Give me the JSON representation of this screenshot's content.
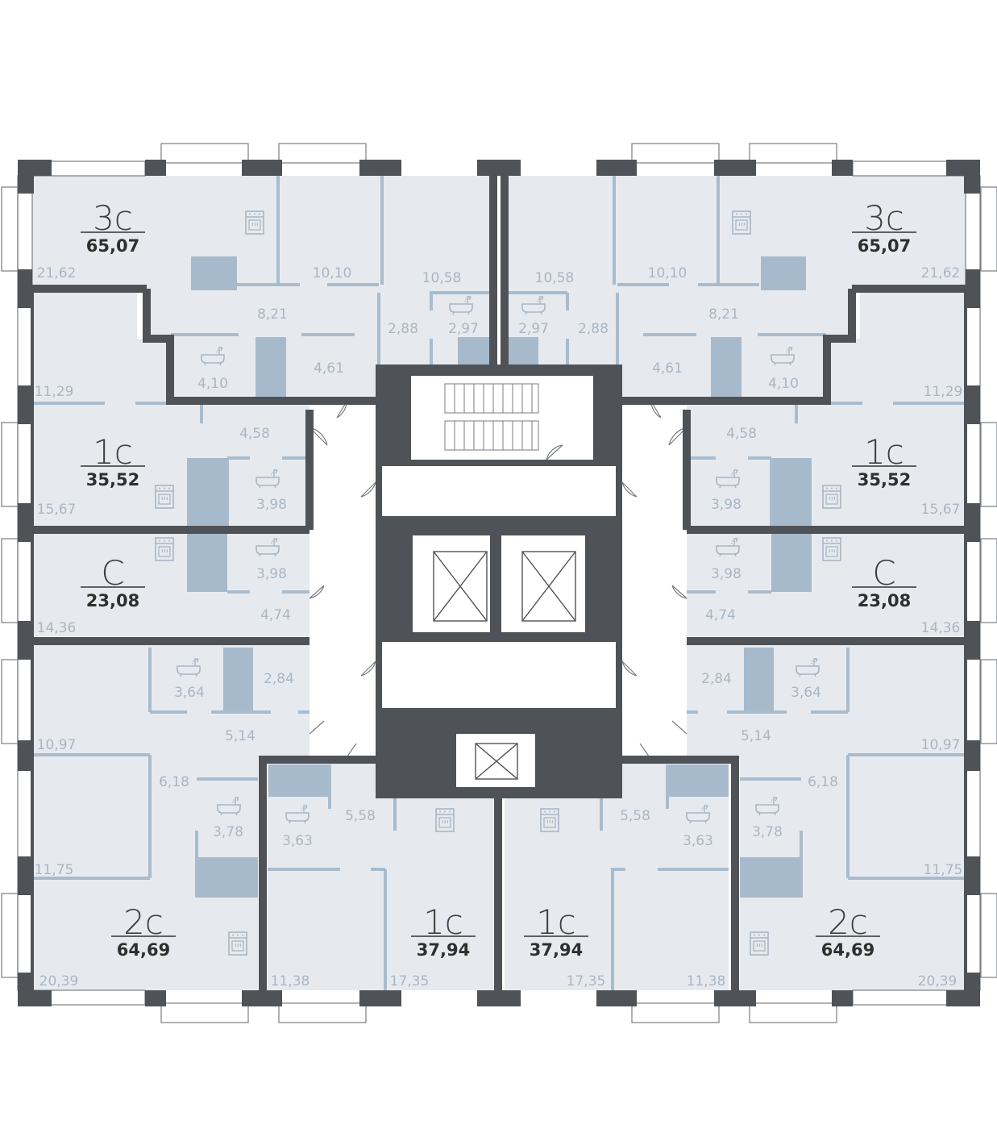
{
  "colors": {
    "floor": "#e6eaef",
    "wall": "#4f5256",
    "partition": "#a9bccd",
    "wet_zone": "#a7bacb",
    "area_text": "#a9b6c3",
    "label_text": "#333333"
  },
  "icons": [
    "stove-icon",
    "bathtub-icon",
    "elevator-icon",
    "stairs-icon",
    "door-swing-icon"
  ],
  "apartments": [
    {
      "id": "top-left-3c",
      "type": "3с",
      "total": "65,07"
    },
    {
      "id": "top-right-3c",
      "type": "3с",
      "total": "65,07"
    },
    {
      "id": "left-1c",
      "type": "1с",
      "total": "35,52"
    },
    {
      "id": "right-1c",
      "type": "1с",
      "total": "35,52"
    },
    {
      "id": "left-studio",
      "type": "С",
      "total": "23,08"
    },
    {
      "id": "right-studio",
      "type": "С",
      "total": "23,08"
    },
    {
      "id": "bottom-left-2c",
      "type": "2с",
      "total": "64,69"
    },
    {
      "id": "bottom-right-2c",
      "type": "2с",
      "total": "64,69"
    },
    {
      "id": "bottom-center-left-1c",
      "type": "1с",
      "total": "37,94"
    },
    {
      "id": "bottom-center-right-1c",
      "type": "1с",
      "total": "37,94"
    }
  ],
  "room_areas": [
    "21,62",
    "10,10",
    "10,58",
    "10,58",
    "10,10",
    "21,62",
    "8,21",
    "8,21",
    "2,88",
    "2,97",
    "2,97",
    "2,88",
    "4,10",
    "4,61",
    "4,61",
    "4,10",
    "11,29",
    "11,29",
    "4,58",
    "4,58",
    "3,98",
    "3,98",
    "15,67",
    "15,67",
    "3,98",
    "3,98",
    "4,74",
    "4,74",
    "14,36",
    "14,36",
    "3,64",
    "2,84",
    "2,84",
    "3,64",
    "5,14",
    "5,14",
    "10,97",
    "10,97",
    "6,18",
    "6,18",
    "3,78",
    "3,78",
    "5,58",
    "5,58",
    "3,63",
    "3,63",
    "11,75",
    "11,75",
    "20,39",
    "11,38",
    "17,35",
    "17,35",
    "11,38",
    "20,39"
  ]
}
